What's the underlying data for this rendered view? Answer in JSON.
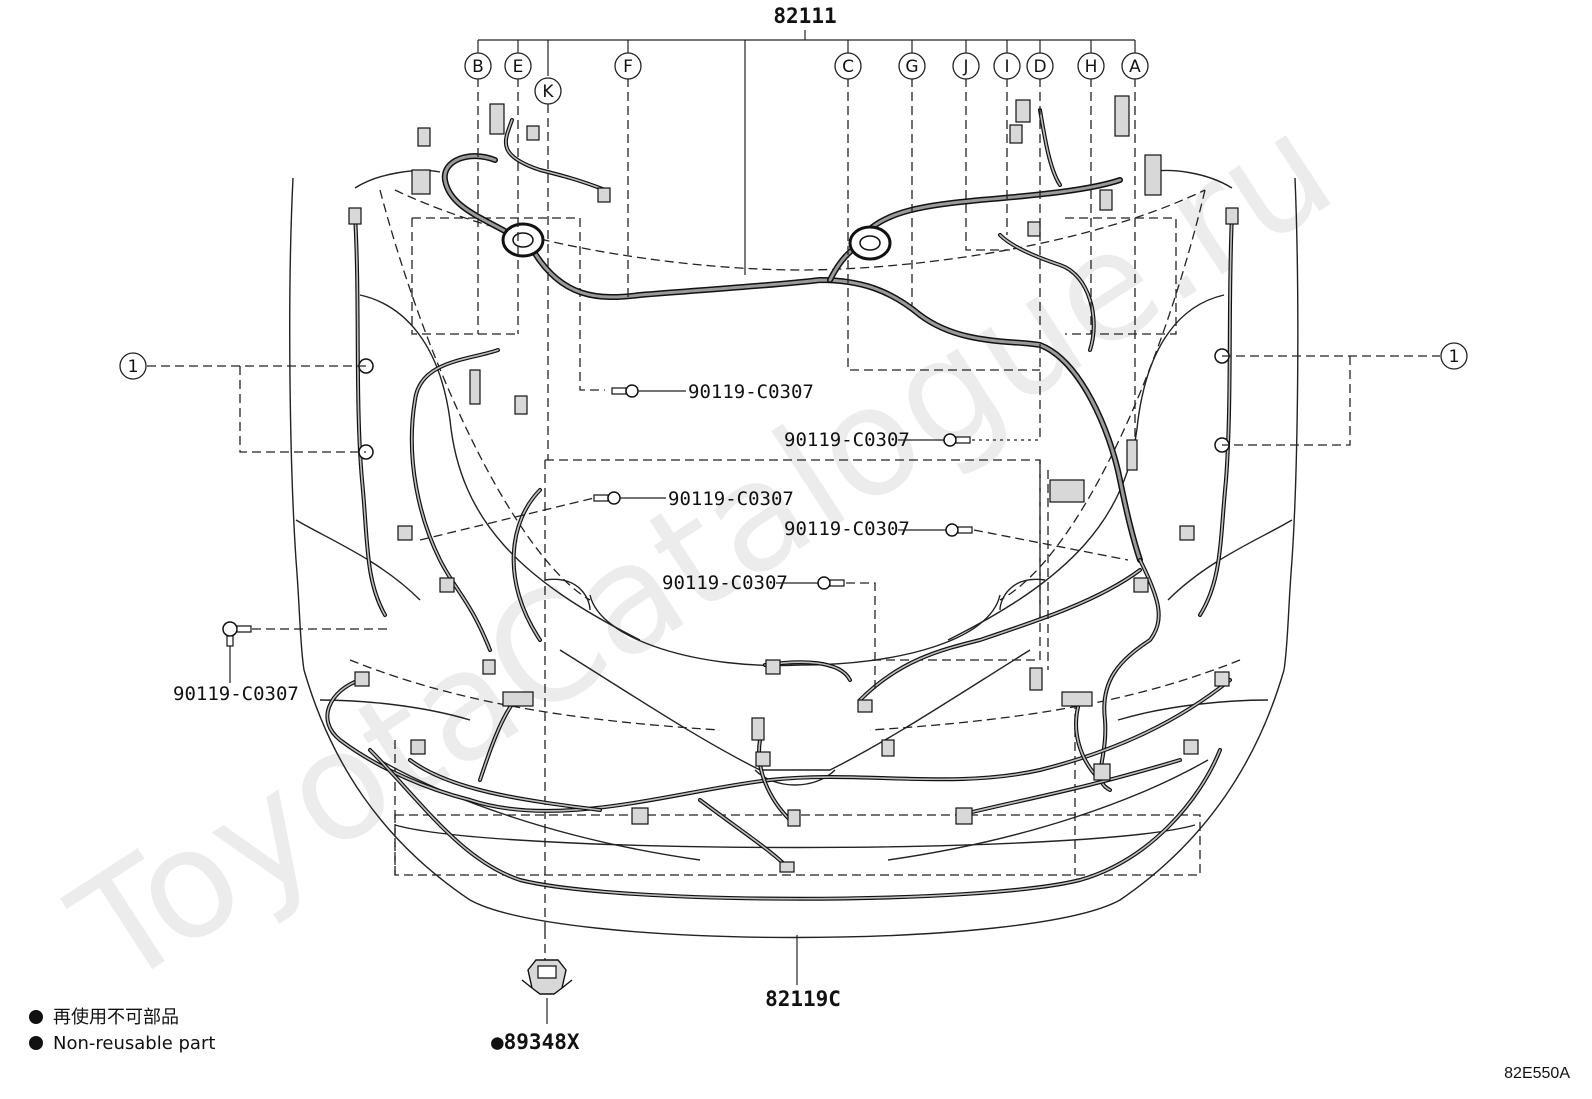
{
  "main_part": "82111",
  "harness_part": "82119C",
  "clip_part": "●89348X",
  "bolt_part": "90119-C0307",
  "callouts": [
    "B",
    "E",
    "K",
    "F",
    "C",
    "G",
    "J",
    "I",
    "D",
    "H",
    "A"
  ],
  "side_callout": "1",
  "legend": {
    "line_jp": "再使用不可部品",
    "line_en": "Non-reusable part"
  },
  "watermark": "ToyotaCatalogue.ru",
  "diagram_code": "82E550A"
}
